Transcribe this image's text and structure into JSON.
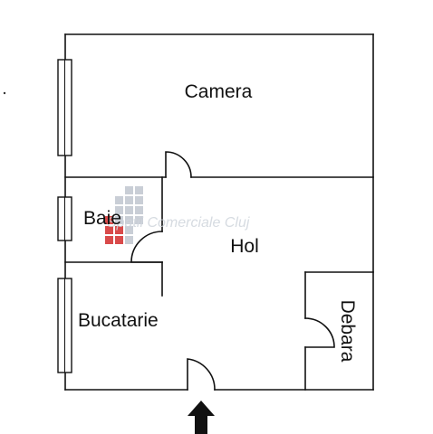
{
  "floorplan": {
    "rooms": {
      "camera": "Camera",
      "baie": "Baie",
      "hol": "Hol",
      "bucatarie": "Bucatarie",
      "debara": "Debara"
    },
    "watermark": {
      "text": "Spatii Comerciale Cluj"
    },
    "colors": {
      "wall": "#111111",
      "background": "#ffffff",
      "watermark_grey": "#c9ced6",
      "watermark_red": "#d94a4a"
    },
    "entrance_icon": "arrow-up-icon"
  }
}
